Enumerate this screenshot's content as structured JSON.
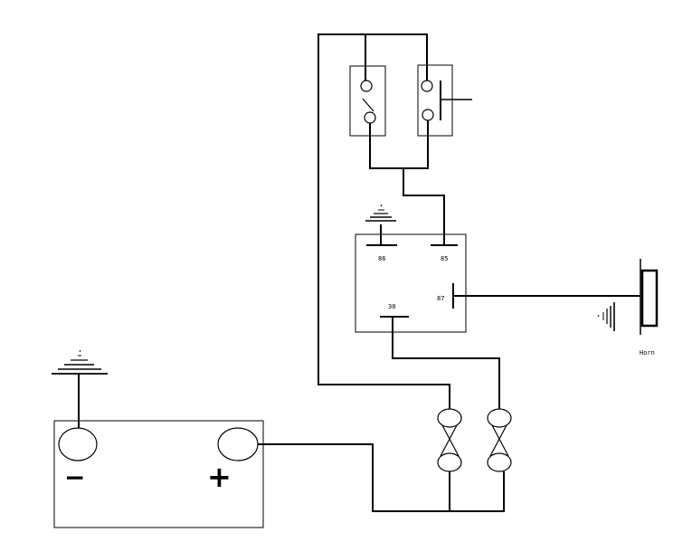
{
  "relay": {
    "pin_86": "86",
    "pin_85": "85",
    "pin_87": "87",
    "pin_30": "30"
  },
  "battery": {
    "negative_symbol": "−",
    "positive_symbol": "+"
  },
  "horn": {
    "label": "Horn"
  }
}
